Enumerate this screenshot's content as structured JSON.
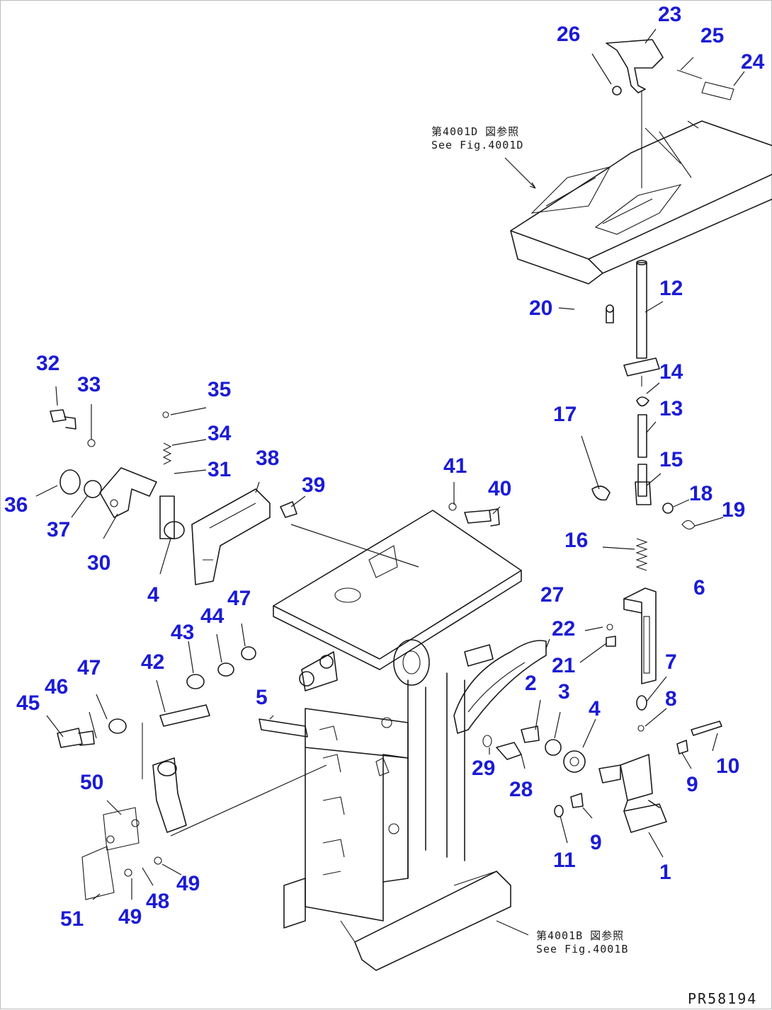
{
  "diagram": {
    "drawing_code": "PR58194",
    "references": [
      {
        "id": "ref-400ID",
        "jp": "第4001D 図参照",
        "en": "See Fig.4001D"
      },
      {
        "id": "ref-400IB",
        "jp": "第4001B 図参照",
        "en": "See Fig.4001B"
      }
    ],
    "part_numbers": [
      "1",
      "2",
      "3",
      "4",
      "4",
      "5",
      "6",
      "7",
      "8",
      "9",
      "9",
      "10",
      "11",
      "12",
      "13",
      "14",
      "15",
      "16",
      "17",
      "18",
      "19",
      "20",
      "21",
      "22",
      "23",
      "24",
      "25",
      "26",
      "27",
      "28",
      "29",
      "30",
      "31",
      "32",
      "33",
      "34",
      "35",
      "36",
      "37",
      "38",
      "39",
      "40",
      "41",
      "42",
      "43",
      "44",
      "45",
      "46",
      "47",
      "47",
      "48",
      "49",
      "49",
      "50",
      "51"
    ],
    "label_color": "#1B1BD6",
    "line_color": "#1A1A1A"
  }
}
